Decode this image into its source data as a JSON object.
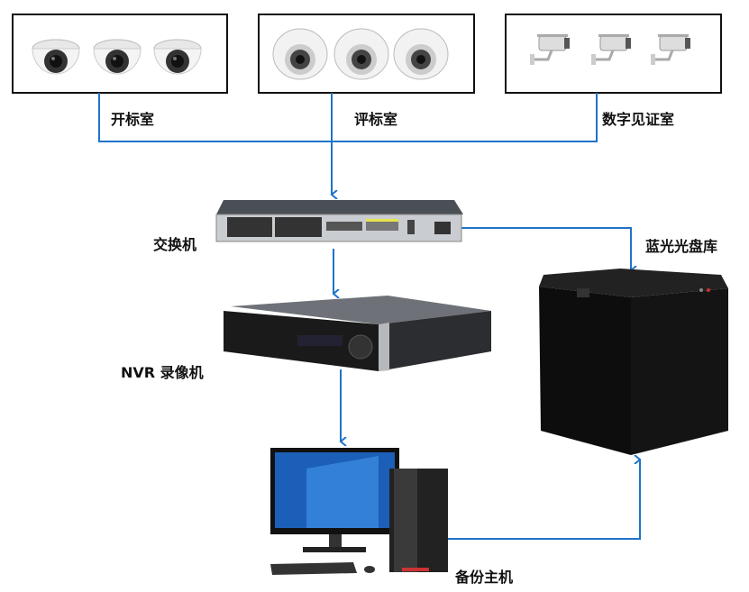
{
  "rooms": [
    {
      "label": "开标室",
      "camera_type": "dome"
    },
    {
      "label": "评标室",
      "camera_type": "dome"
    },
    {
      "label": "数字见证室",
      "camera_type": "bullet"
    }
  ],
  "devices": {
    "switch": {
      "label": "交换机"
    },
    "nvr": {
      "label": "NVR 录像机"
    },
    "disc_library": {
      "label": "蓝光光盘库"
    },
    "backup_host": {
      "label": "备份主机"
    }
  },
  "colors": {
    "connector": "#1f73c9",
    "box_border": "#111111"
  }
}
